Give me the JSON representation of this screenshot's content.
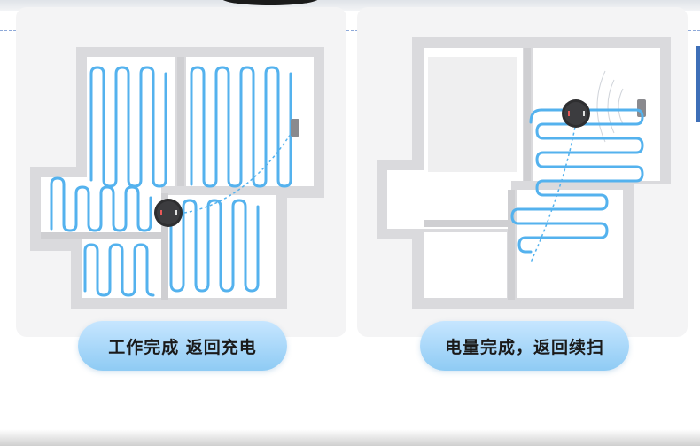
{
  "panels": [
    {
      "caption": "工作完成  返回充电",
      "state": "cleaning-complete-return-to-dock"
    },
    {
      "caption": "电量完成，返回续扫",
      "state": "recharged-resume-cleaning"
    }
  ],
  "colors": {
    "path_blue": "#54b2ee",
    "wall_gray": "#d9d9dc",
    "floor_white": "#ffffff",
    "robot_dark": "#2e2e30",
    "pill_gradient_top": "#c7e6ff",
    "pill_gradient_bottom": "#8fcbf4"
  }
}
